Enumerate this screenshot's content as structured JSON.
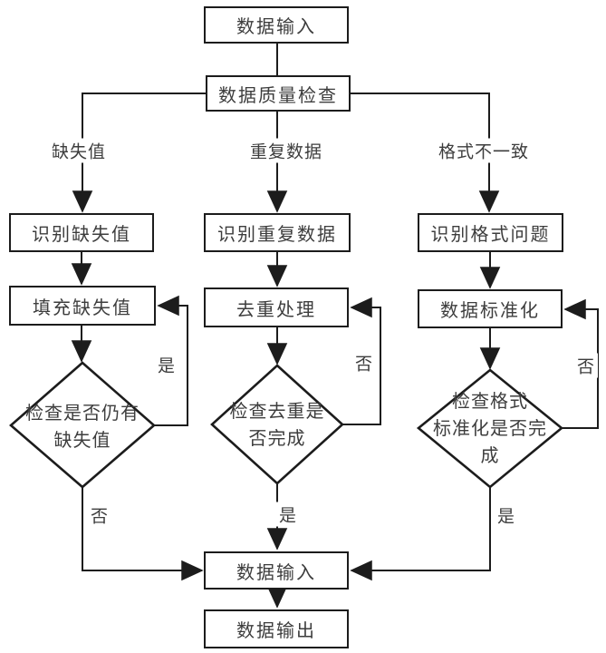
{
  "diagram": {
    "type": "flowchart",
    "language": "zh",
    "colors": {
      "background": "#ffffff",
      "line": "#1c1c1c",
      "text": "#3d3d3d"
    },
    "nodes": {
      "input_top": {
        "label": "数据输入",
        "shape": "rect"
      },
      "quality_check": {
        "label": "数据质量检查",
        "shape": "rect"
      },
      "identify_missing": {
        "label": "识别缺失值",
        "shape": "rect"
      },
      "identify_duplicate": {
        "label": "识别重复数据",
        "shape": "rect"
      },
      "identify_format": {
        "label": "识别格式问题",
        "shape": "rect"
      },
      "fill_missing": {
        "label": "填充缺失值",
        "shape": "rect"
      },
      "dedup_process": {
        "label": "去重处理",
        "shape": "rect"
      },
      "standardize": {
        "label": "数据标准化",
        "shape": "rect"
      },
      "check_missing": {
        "label": "检查是否仍有\n缺失值",
        "shape": "diamond"
      },
      "check_dedup": {
        "label": "检查去重是\n否完成",
        "shape": "diamond"
      },
      "check_format": {
        "label": "检查格式\n标准化是否完\n成",
        "shape": "diamond"
      },
      "input_bottom": {
        "label": "数据输入",
        "shape": "rect"
      },
      "data_output": {
        "label": "数据输出",
        "shape": "rect"
      }
    },
    "edge_labels": {
      "missing_branch": "缺失值",
      "duplicate_branch": "重复数据",
      "format_branch": "格式不一致",
      "missing_loop_yes": "是",
      "dedup_loop_no": "否",
      "format_loop_no": "否",
      "missing_exit_no": "否",
      "dedup_exit_yes": "是",
      "format_exit_yes": "是"
    }
  }
}
